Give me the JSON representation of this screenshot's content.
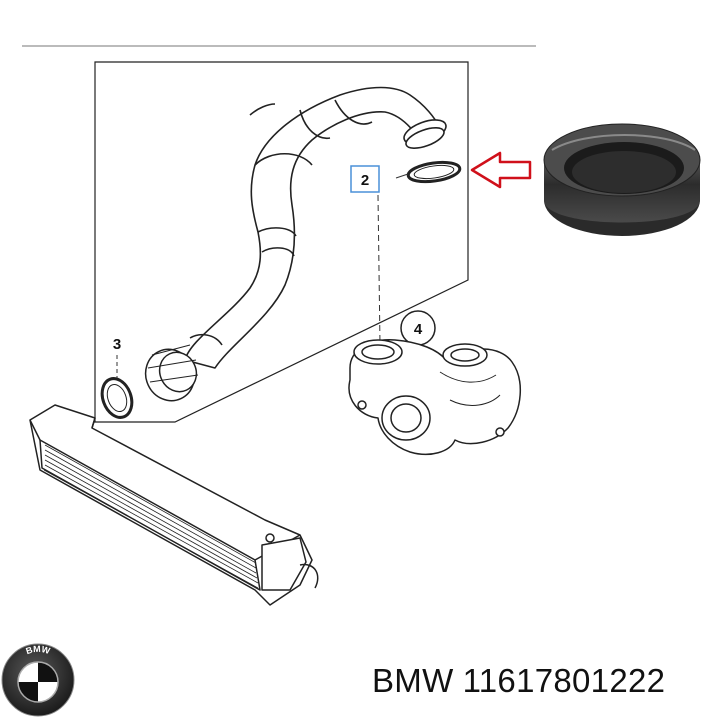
{
  "callouts": [
    {
      "id": "2",
      "label": "2"
    },
    {
      "id": "3",
      "label": "3"
    },
    {
      "id": "4",
      "label": "4"
    }
  ],
  "brand": {
    "logo_letters": "BMW"
  },
  "caption": {
    "brand": "BMW",
    "part_number": "11617801222"
  },
  "colors": {
    "arrow": "#d0101a",
    "callout_box": "#4a90d9",
    "line": "#111111",
    "seal": "#3a3a3a"
  }
}
